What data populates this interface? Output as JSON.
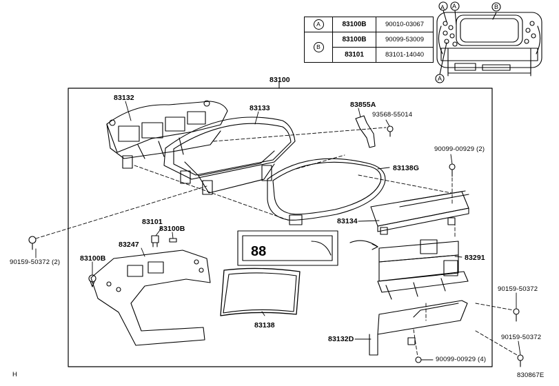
{
  "key_table": {
    "rows": [
      {
        "ref": "A",
        "part": "83100B",
        "number": "90010-03067"
      },
      {
        "ref": "B",
        "part": "83100B",
        "number": "90099-53009"
      },
      {
        "ref": "",
        "part": "83101",
        "number": "83101-14040"
      }
    ]
  },
  "labels": {
    "main": "83100",
    "p83132": "83132",
    "p83133": "83133",
    "p83855a": "83855A",
    "p93568": "93568-55014",
    "p90099_top": "90099-00929 (2)",
    "p83138g": "83138G",
    "p83134": "83134",
    "p83101": "83101",
    "p83100b_a": "83100B",
    "p83247": "83247",
    "p83100b_b": "83100B",
    "p90159_left": "90159-50372 (2)",
    "p83291": "83291",
    "p83138": "83138",
    "p90159_r1": "90159-50372",
    "p90159_r2": "90159-50372",
    "p83132d": "83132D",
    "p90099_bottom": "90099-00929 (4)",
    "display_digits": "88",
    "corner_left": "H",
    "drawing_id": "830867E"
  },
  "inset": {
    "callout_a": "A",
    "callout_b": "B",
    "callout_a_bottom": "A"
  }
}
